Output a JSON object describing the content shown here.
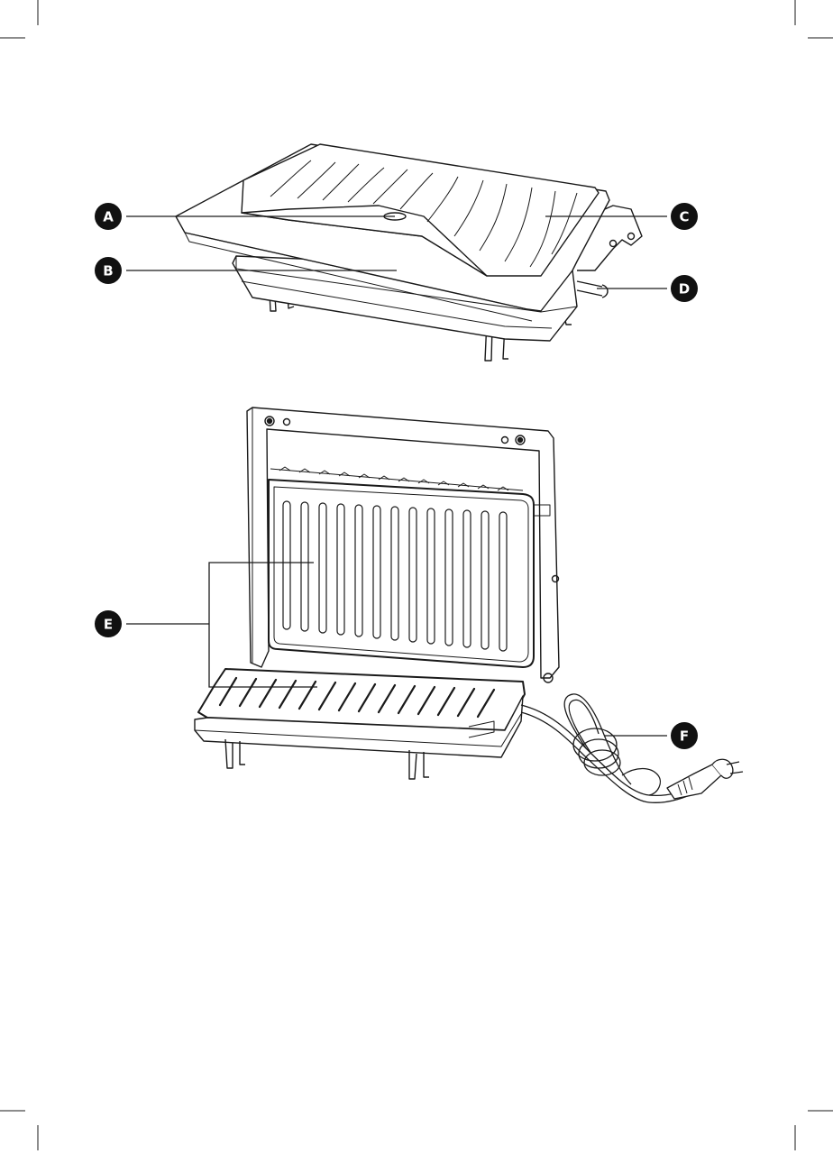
{
  "diagram": {
    "callouts": {
      "a": "A",
      "b": "B",
      "c": "C",
      "d": "D",
      "e": "E",
      "f": "F"
    },
    "colors": {
      "line": "#1a1a1a",
      "badge": "#111111",
      "badge_text": "#ffffff",
      "background": "#ffffff"
    }
  }
}
